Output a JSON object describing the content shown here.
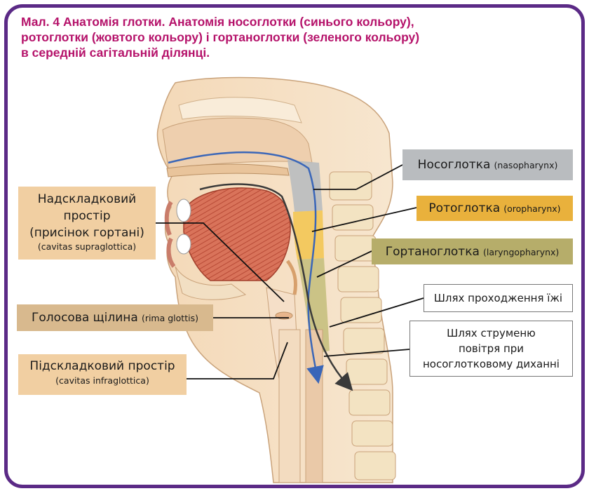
{
  "title": {
    "line1": "Мал. 4   Анатомія глотки. Анатомія носоглотки (синього кольору),",
    "line2": "ротоглотки (жовтого кольору) і гортаноглотки (зеленого кольору)",
    "line3": "в середній сагітальній ділянці."
  },
  "labels": {
    "nasopharynx": {
      "main": "Носоглотка",
      "latin": "(nasopharynx)"
    },
    "oropharynx": {
      "main": "Ротоглотка",
      "latin": "(oropharynx)"
    },
    "laryngopharynx": {
      "main": "Гортаноглотка",
      "latin": "(laryngopharynx)"
    },
    "food_path": {
      "main": "Шлях проходження їжі"
    },
    "air_path": {
      "line1": "Шлях струменю",
      "line2": "повітря при",
      "line3": "носоглотковому диханні"
    },
    "supraglottic": {
      "line1": "Надскладковий",
      "line2": "простір",
      "line3": "(присінок гортані)",
      "latin": "(cavitas supraglottica)"
    },
    "glottis": {
      "main": "Голосова щілина",
      "latin": "(rima glottis)"
    },
    "infraglottic": {
      "main": "Підскладковий простір",
      "latin": "(cavitas infraglottica)"
    }
  },
  "colors": {
    "frame": "#5b2a86",
    "title": "#b5126a",
    "nasopharynx": "#b9bcbf",
    "oropharynx": "#e9b13c",
    "laryngopharynx": "#b6ad6a",
    "airflow_arrow": "#3a66b8",
    "food_arrow": "#3a3a3a"
  }
}
